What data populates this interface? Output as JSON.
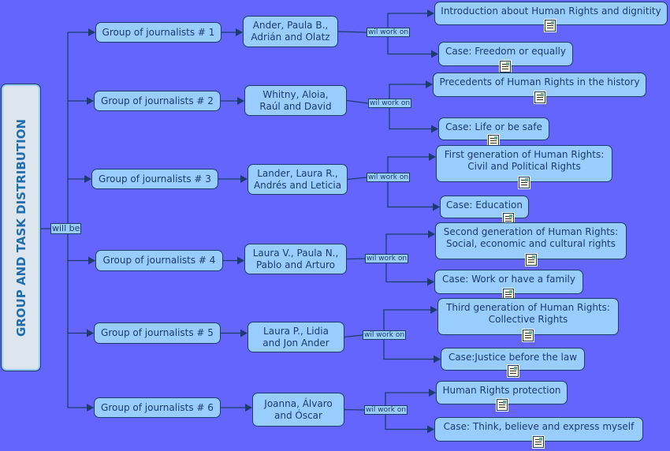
{
  "root": {
    "title": "GROUP AND TASK DISTRIBUTION",
    "link_label": "will be"
  },
  "link_label": "wil work on",
  "icon": "document-note-icon",
  "groups": [
    {
      "name": "Group of journalists # 1",
      "members": "Ander, Paula B.,\nAdrián and Olatz",
      "topics": [
        "Introduction about Human Rights and dignitity",
        "Case: Freedom or equally"
      ]
    },
    {
      "name": "Group of journalists # 2",
      "members": "Whitny, Aloia,\nRaúl and David",
      "topics": [
        "Precedents of Human Rights in the history",
        "Case: Life or be safe"
      ]
    },
    {
      "name": "Group of journalists # 3",
      "members": "Lander, Laura R.,\nAndrés and Leticia",
      "topics": [
        "First generation of Human Rights:\nCivil and Political Rights",
        "Case: Education"
      ]
    },
    {
      "name": "Group of journalists # 4",
      "members": "Laura V., Paula N.,\nPablo and Arturo",
      "topics": [
        "Second generation of Human Rights:\nSocial, economic and cultural rights",
        "Case: Work or have a family"
      ]
    },
    {
      "name": "Group of journalists # 5",
      "members": "Laura P., Lidia\nand Jon Ander",
      "topics": [
        "Third generation of Human Rights:\nCollective Rights",
        "Case:Justice before the law"
      ]
    },
    {
      "name": "Group of journalists # 6",
      "members": "Joanna, Álvaro\nand Óscar",
      "topics": [
        "Human Rights protection",
        "Case: Think, believe and express myself"
      ]
    }
  ]
}
